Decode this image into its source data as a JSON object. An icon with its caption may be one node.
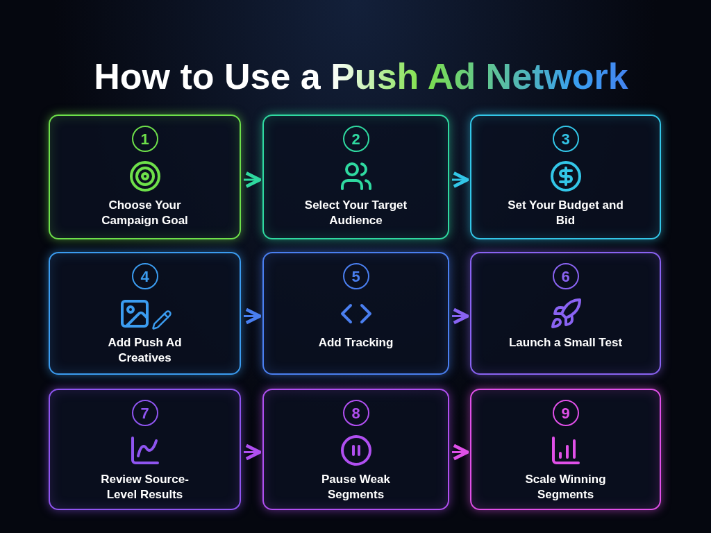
{
  "diagram": {
    "title": "How to Use a Push Ad Network",
    "nodes": [
      {
        "text": [
          "1",
          "Choose Your Campaign Goal"
        ]
      },
      {
        "text": [
          "2",
          "Select Your Target Audience"
        ]
      },
      {
        "text": [
          "3",
          "Set Your Budget and Bid"
        ]
      },
      {
        "text": [
          "4",
          "Add Push Ad Creatives"
        ]
      },
      {
        "text": [
          "5",
          "Add Tracking"
        ]
      },
      {
        "text": [
          "6",
          "Launch a Small Test"
        ]
      },
      {
        "text": [
          "7",
          "Review Source-Level Results"
        ]
      },
      {
        "text": [
          "8",
          "Pause Weak Segments"
        ]
      },
      {
        "text": [
          "9",
          "Scale Winning Segments"
        ]
      }
    ],
    "edges": [
      {
        "from": 0,
        "to": 1,
        "arrow": "to",
        "color": "#2fd9a0"
      },
      {
        "from": 1,
        "to": 2,
        "arrow": "to",
        "color": "#33c6e8"
      },
      {
        "from": 3,
        "to": 4,
        "arrow": "to",
        "color": "#4a7ff0"
      },
      {
        "from": 4,
        "to": 5,
        "arrow": "to",
        "color": "#8a63f2"
      },
      {
        "from": 6,
        "to": 7,
        "arrow": "to",
        "color": "#b04ff0"
      },
      {
        "from": 7,
        "to": 8,
        "arrow": "to",
        "color": "#e050e8"
      }
    ]
  }
}
